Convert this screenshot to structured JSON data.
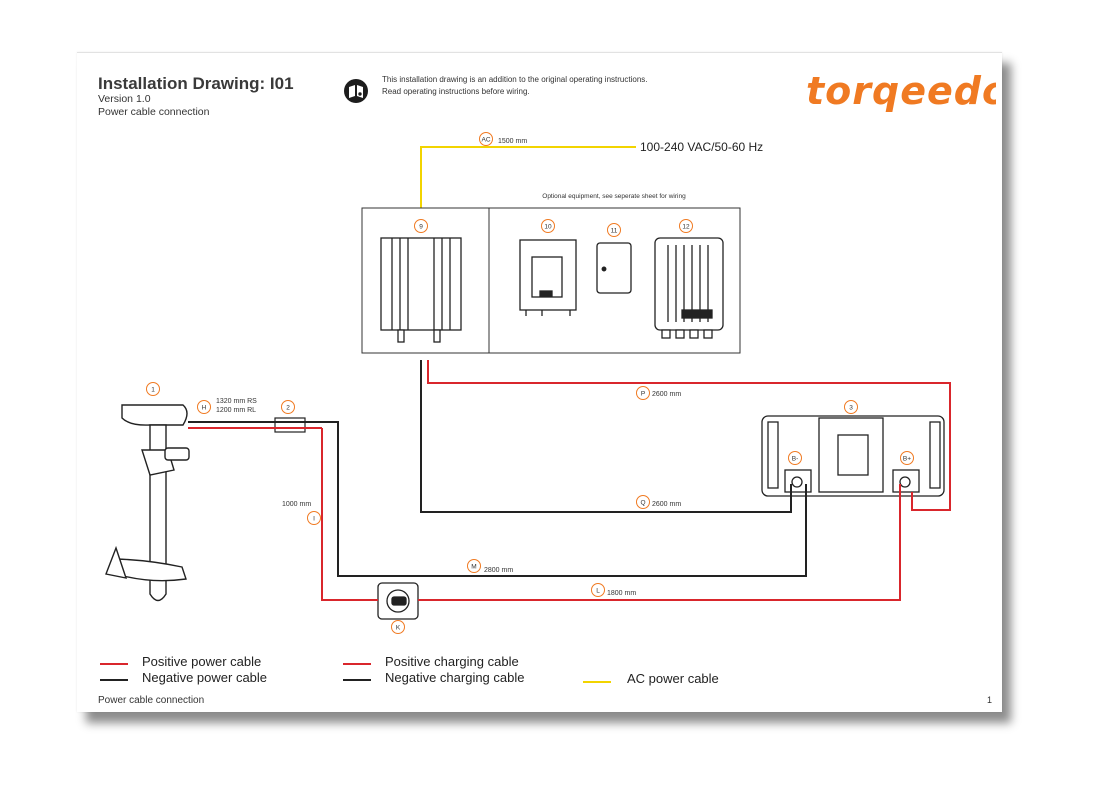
{
  "header": {
    "title": "Installation Drawing: I01",
    "version": "Version 1.0",
    "subtitle": "Power cable connection",
    "notice_line1": "This installation drawing is an addition to the original operating instructions.",
    "notice_line2": "Read operating instructions before wiring.",
    "brand": "TORQEEDO"
  },
  "colors": {
    "positive": "#d9262c",
    "negative": "#222222",
    "ac": "#f2d400",
    "accent": "#f07a22"
  },
  "diagram": {
    "optional_note": "Optional equipment, see seperate sheet for wiring",
    "ac_label": "100-240 VAC/50-60 Hz",
    "callouts": {
      "n1": "1",
      "n2": "2",
      "n3": "3",
      "n9": "9",
      "n10": "10",
      "n11": "11",
      "n12": "12",
      "AC": "AC",
      "P": "P",
      "Q": "Q",
      "M": "M",
      "L": "L",
      "H": "H",
      "I": "I",
      "K": "K",
      "Bminus": "B-",
      "Bplus": "B+"
    },
    "lengths": {
      "AC": "1500 mm",
      "P": "2600 mm",
      "Q": "2600 mm",
      "M": "2800 mm",
      "L": "1800 mm",
      "H_rs": "1320 mm RS",
      "H_rl": "1200 mm RL",
      "I": "1000 mm"
    }
  },
  "legend": {
    "positive_power": "Positive power cable",
    "negative_power": "Negative power cable",
    "positive_charging": "Positive charging cable",
    "negative_charging": "Negative charging cable",
    "ac_power": "AC power cable"
  },
  "footer": {
    "text": "Power cable connection",
    "page": "1"
  }
}
